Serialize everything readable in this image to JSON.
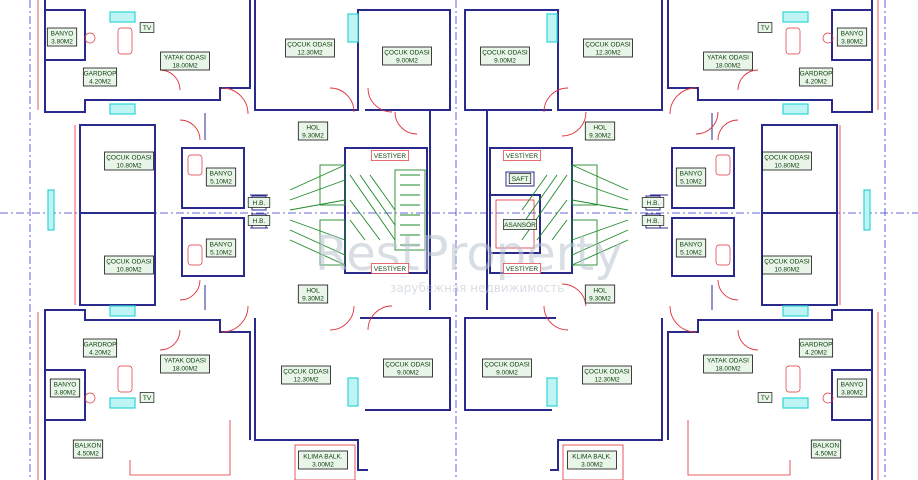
{
  "floor_plan": {
    "rooms": {
      "banyo_tl": {
        "name": "BANYO",
        "area": "3.80M2"
      },
      "yatak_tl": {
        "name": "YATAK ODASI",
        "area": "18.00M2"
      },
      "gardrop_tl": {
        "name": "GARDROP",
        "area": "4.20M2"
      },
      "cocuk_t1": {
        "name": "ÇOCUK ODASI",
        "area": "12.30M2"
      },
      "cocuk_t2": {
        "name": "ÇOCUK ODASI",
        "area": "9.00M2"
      },
      "cocuk_t3": {
        "name": "ÇOCUK ODASI",
        "area": "9.00M2"
      },
      "cocuk_t4": {
        "name": "ÇOCUK ODASI",
        "area": "12.30M2"
      },
      "yatak_tr": {
        "name": "YATAK ODASI",
        "area": "18.00M2"
      },
      "banyo_tr": {
        "name": "BANYO",
        "area": "3.80M2"
      },
      "gardrop_tr": {
        "name": "GARDROP",
        "area": "4.20M2"
      },
      "hol_t1": {
        "name": "HOL",
        "area": "9.30M2"
      },
      "hol_t2": {
        "name": "HOL",
        "area": "9.30M2"
      },
      "cocuk_ml": {
        "name": "ÇOCUK ODASI",
        "area": "10.80M2"
      },
      "banyo_ml": {
        "name": "BANYO",
        "area": "5.10M2"
      },
      "cocuk_mr": {
        "name": "ÇOCUK ODASI",
        "area": "10.80M2"
      },
      "banyo_mr": {
        "name": "BANYO",
        "area": "5.10M2"
      },
      "banyo_ml2": {
        "name": "BANYO",
        "area": "5.10M2"
      },
      "cocuk_ml2": {
        "name": "ÇOCUK ODASI",
        "area": "10.80M2"
      },
      "banyo_mr2": {
        "name": "BANYO",
        "area": "5.10M2"
      },
      "cocuk_mr2": {
        "name": "ÇOCUK ODASI",
        "area": "10.80M2"
      },
      "hol_b1": {
        "name": "HOL",
        "area": "9.30M2"
      },
      "hol_b2": {
        "name": "HOL",
        "area": "9.30M2"
      },
      "gardrop_bl": {
        "name": "GARDROP",
        "area": "4.20M2"
      },
      "yatak_bl": {
        "name": "YATAK ODASI",
        "area": "18.00M2"
      },
      "banyo_bl": {
        "name": "BANYO",
        "area": "3.80M2"
      },
      "balkon_bl": {
        "name": "BALKON",
        "area": "4.50M2"
      },
      "cocuk_b1": {
        "name": "ÇOCUK ODASI",
        "area": "12.30M2"
      },
      "cocuk_b2": {
        "name": "ÇOCUK ODASI",
        "area": "9.00M2"
      },
      "cocuk_b3": {
        "name": "ÇOCUK ODASI",
        "area": "9.00M2"
      },
      "cocuk_b4": {
        "name": "ÇOCUK ODASI",
        "area": "12.30M2"
      },
      "yatak_br": {
        "name": "YATAK ODASI",
        "area": "18.00M2"
      },
      "gardrop_br": {
        "name": "GARDROP",
        "area": "4.20M2"
      },
      "banyo_br": {
        "name": "BANYO",
        "area": "3.80M2"
      },
      "balkon_br": {
        "name": "BALKON",
        "area": "4.50M2"
      },
      "klima_bl": {
        "name": "KLIMA BALK.",
        "area": "3.00M2"
      },
      "klima_br": {
        "name": "KLIMA BALK.",
        "area": "3.00M2"
      }
    },
    "tags": {
      "vestiyer_1": "VESTİYER",
      "vestiyer_2": "VESTİYER",
      "vestiyer_3": "VESTİYER",
      "vestiyer_4": "VESTİYER",
      "saft": "SAFT",
      "asansor": "ASANSÖR",
      "hb_1": "H.B.",
      "hb_2": "H.B.",
      "hb_3": "H.B.",
      "hb_4": "H.B.",
      "tv_1": "TV",
      "tv_2": "TV",
      "tv_3": "TV",
      "tv_4": "TV"
    },
    "watermark": {
      "brand": "RestProperty",
      "tagline": "зарубежная недвижимость"
    },
    "colors": {
      "wall": "#2a2a8c",
      "door": "#e0303a",
      "stair": "#1f8a2a",
      "window": "#2fd6d6",
      "axis": "#3a3ad0",
      "label_text": "#0a3d0a"
    }
  }
}
